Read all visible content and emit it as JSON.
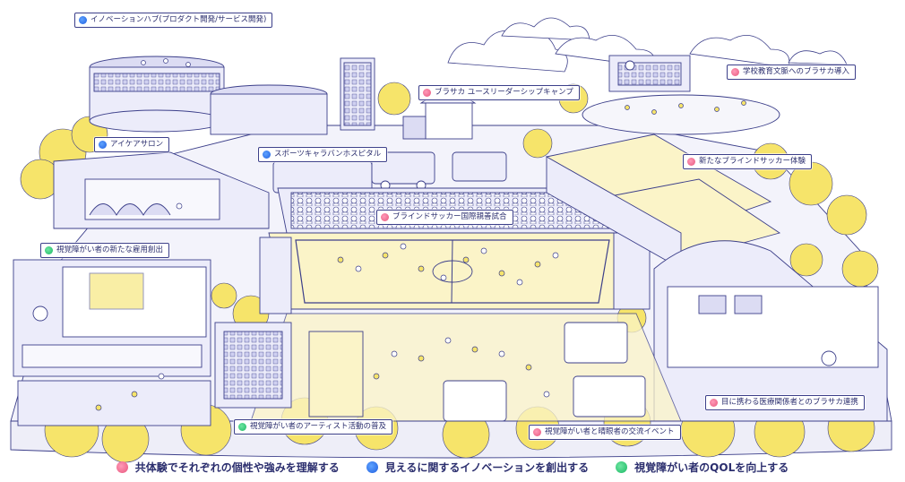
{
  "labels": {
    "innovation_hub": {
      "text": "イノベーションハブ(プロダクト開発/サービス開発)",
      "color": "blue"
    },
    "eye_salon": {
      "text": "アイケアサロン",
      "color": "blue"
    },
    "sports_caravan": {
      "text": "スポーツキャラバンホスピタル",
      "color": "blue"
    },
    "employment": {
      "text": "視覚障がい者の新たな雇用創出",
      "color": "green"
    },
    "leadership_camp": {
      "text": "ブラサカ ユースリーダーシップキャンプ",
      "color": "pink"
    },
    "school_intro": {
      "text": "学校教育文脈へのブラサカ導入",
      "color": "pink"
    },
    "new_soccer": {
      "text": "新たなブラインドサッカー体験",
      "color": "pink"
    },
    "intl_match": {
      "text": "ブラインドサッカー国際親善試合",
      "color": "pink"
    },
    "medical": {
      "text": "目に携わる医療関係者とのブラサカ連携",
      "color": "pink"
    },
    "artist": {
      "text": "視覚障がい者のアーティスト活動の普及",
      "color": "green"
    },
    "exchange": {
      "text": "視覚障がい者と晴眼者の交流イベント",
      "color": "pink"
    }
  },
  "legend": [
    {
      "text": "共体験でそれぞれの個性や強みを理解する",
      "color": "pink"
    },
    {
      "text": "見えるに関するイノベーションを創出する",
      "color": "blue"
    },
    {
      "text": "視覚障がい者のQOLを向上する",
      "color": "green"
    }
  ],
  "colors": {
    "line": "#3c3f8a",
    "yellow": "#f6e46a",
    "lavender": "#dcdcf3",
    "field": "#fbf4c8",
    "sky": "#ffffff"
  }
}
